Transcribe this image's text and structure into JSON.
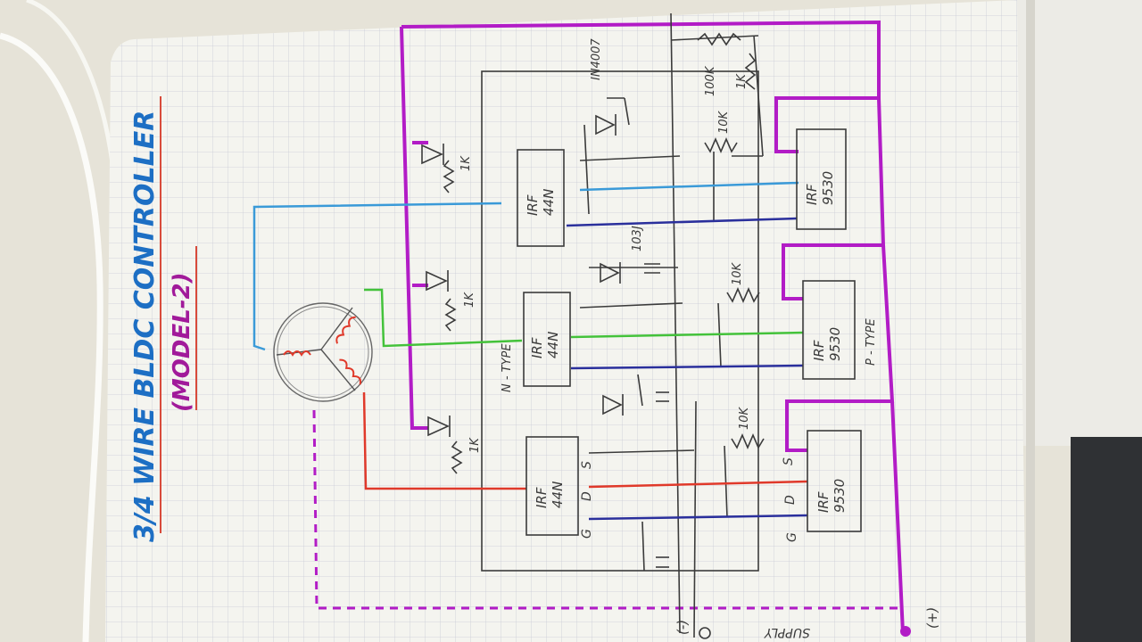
{
  "title": "3/4 WIRE BLDC CONTROLLER",
  "subtitle": "(MODEL-2)",
  "labels": {
    "n_type": "N - TYPE",
    "p_type": "P - TYPE",
    "diode": "IN4007",
    "cap": "103J",
    "pot": "100K",
    "r_1k": "1K",
    "r_10k": "10K",
    "supply": "SUPPLY",
    "plus": "(+)",
    "minus": "(-)"
  },
  "mosfets": {
    "n_type": [
      {
        "line1": "IRF",
        "line2": "44N"
      },
      {
        "line1": "IRF",
        "line2": "44N"
      },
      {
        "line1": "IRF",
        "line2": "44N"
      }
    ],
    "p_type": [
      {
        "line1": "IRF",
        "line2": "9530"
      },
      {
        "line1": "IRF",
        "line2": "9530"
      },
      {
        "line1": "IRF",
        "line2": "9530"
      }
    ]
  },
  "pins": {
    "g": "G",
    "d": "D",
    "s": "S"
  },
  "colors": {
    "paper": "#f4f4ef",
    "grid": "#c9ccd6",
    "wire": "#3b3b3b",
    "blue": "#3a9ad8",
    "green": "#43c23a",
    "red": "#e0392a",
    "navy": "#2a2f9c",
    "magenta": "#b21cc6",
    "title": "#1d6fc4"
  }
}
